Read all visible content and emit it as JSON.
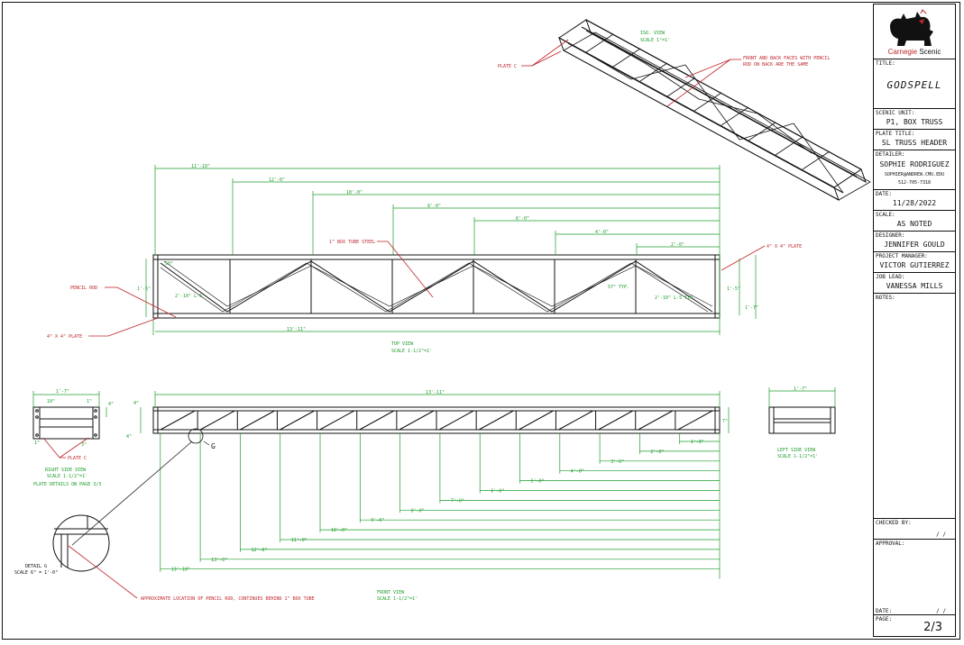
{
  "drawing": {
    "iso_view": {
      "title": "ISO. VIEW",
      "scale": "SCALE 1\"=1'"
    },
    "iso_callouts": {
      "plate": "PLATE C",
      "faces_line1": "FRONT AND BACK FACES WITH PENCIL",
      "faces_line2": "ROD ON BACK ARE THE SAME"
    },
    "top_view": {
      "title": "TOP VIEW",
      "scale": "SCALE 1-1/2\"=1'",
      "dims": [
        "11'-10\"",
        "12'-0\"",
        "10'-0\"",
        "8'-0\"",
        "6'-0\"",
        "4'-0\"",
        "2'-0\"",
        "13'-11\""
      ],
      "box_tube": "1\" BOX TUBE STEEL",
      "plate_label": "4\" X 4\" PLATE",
      "plate_label_left": "4\" X 4\" PLATE",
      "pencil_rod": "PENCIL ROD",
      "angle": "50°",
      "angle_typ": "57° TYP.",
      "left_h": "1'-5\"",
      "inner_left": "2'-10\" L-S",
      "inner_right": "2'-10\" L-S TYP.",
      "right_h": "1'-5\"",
      "right_h2": "1'-7\""
    },
    "right_side_view": {
      "title": "RIGHT SIDE VIEW",
      "scale": "SCALE 1-1/2\"=1'",
      "note": "PLATE DETAILS ON PAGE 3/3",
      "width": "1'-7\"",
      "plate": "PLATE C",
      "d1": "1\"",
      "d2": "1\"",
      "d3": "4\"",
      "d4": "1\"",
      "d5": "3\"",
      "d6": "10\""
    },
    "front_view": {
      "title": "FRONT VIEW",
      "scale": "SCALE 1-1/2\"=1'",
      "overall": "13'-11\"",
      "height": "7\"",
      "h_left": "4\"",
      "h_left2": "4\"",
      "detail_callout": "G",
      "dims": [
        "1'-0\"",
        "2'-0\"",
        "3'-0\"",
        "4'-0\"",
        "5'-0\"",
        "6'-0\"",
        "7'-0\"",
        "8'-0\"",
        "9'-0\"",
        "10'-0\"",
        "11'-0\"",
        "12'-0\"",
        "13'-0\"",
        "13'-10\""
      ]
    },
    "left_side_view": {
      "title": "LEFT SIDE VIEW",
      "scale": "SCALE 1-1/2\"=1'",
      "width": "1'-7\""
    },
    "detail_g": {
      "title": "DETAIL G",
      "scale": "SCALE 6\" = 1'-0\""
    },
    "pencil_rod_note": "APPROXIMATE LOCATION OF PENCIL ROD, CONTINUES BEHIND 1\" BOX TUBE"
  },
  "title_block": {
    "company_a": "Carnegie",
    "company_b": "Scenic",
    "title_label": "TITLE:",
    "title": "GODSPELL",
    "scenic_unit_label": "SCENIC UNIT:",
    "scenic_unit": "P1, BOX TRUSS",
    "plate_title_label": "PLATE TITLE:",
    "plate_title": "SL TRUSS HEADER",
    "detailer_label": "DETAILER:",
    "detailer": "SOPHIE RODRIGUEZ",
    "detailer_email": "SOPHIER@ANDREW.CMU.EDU",
    "detailer_phone": "512-705-7318",
    "date_label": "DATE:",
    "date": "11/28/2022",
    "scale_label": "SCALE:",
    "scale": "AS NOTED",
    "designer_label": "DESIGNER:",
    "designer": "JENNIFER GOULD",
    "pm_label": "PROJECT MANAGER:",
    "pm": "VICTOR GUTIERREZ",
    "job_lead_label": "JOB LEAD:",
    "job_lead": "VANESSA MILLS",
    "notes_label": "NOTES:",
    "checked_label": "CHECKED BY:",
    "checked_date": "/ /",
    "approval_label": "APPROVAL:",
    "date2_label": "DATE:",
    "date2": "/ /",
    "page_label": "PAGE:",
    "page": "2/3"
  },
  "colors": {
    "dimension": "#1c9c2a",
    "callout": "#c0262c",
    "line": "#111111"
  }
}
